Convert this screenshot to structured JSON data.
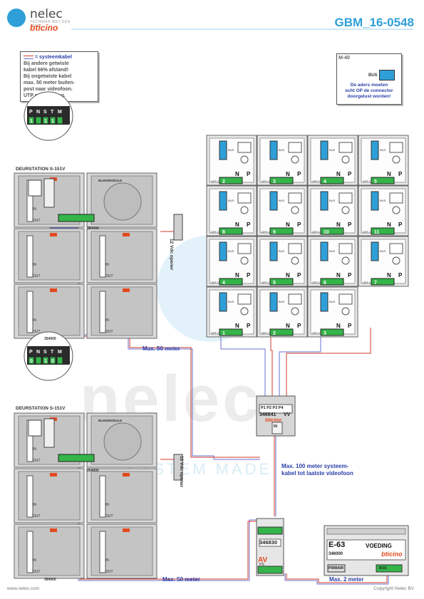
{
  "header": {
    "brand_name": "nelec",
    "brand_tagline": "TECHNIEK MET EEN VISIE",
    "brand_partner": "bticino",
    "doc_id": "GBM_16-0548"
  },
  "note": {
    "cable_legend": "= systeemkabel",
    "lines": [
      "Bij andere getwiste",
      "kabel 66% afstand!",
      "Bij ongetwiste kabel",
      "max. 50 meter buiten-",
      "post naar videofoon.",
      "UTP op aanvraag."
    ]
  },
  "m40": {
    "title": "M-40",
    "bus_label": "BUS",
    "note_lines": [
      "De aders moeten",
      "echt OP de connector",
      "doorgelust worden!"
    ]
  },
  "door_stations": [
    {
      "title": "DEURSTATION S-151V",
      "dip_labels": [
        "P",
        "N",
        "S",
        "T",
        "M"
      ],
      "dip_values": [
        "1",
        "",
        "1",
        "1",
        ""
      ],
      "blind_module_label": "BLINDMODULE",
      "opener_label": "12 Vdc opener",
      "cable_code_top": "354000",
      "cable_code_bottom": "354000",
      "distance_label": "Max. 50 meter"
    },
    {
      "title": "DEURSTATION S-151V",
      "dip_labels": [
        "P",
        "N",
        "S",
        "T",
        "M"
      ],
      "dip_values": [
        "0",
        "",
        "1",
        "0",
        ""
      ],
      "blind_module_label": "BLINDMODULE",
      "opener_label": "12 Vdc opener",
      "cable_code_top": "354000",
      "cable_code_bottom": "354000",
      "distance_label": "Max. 50 meter"
    }
  ],
  "videophones": {
    "off_on_label": "OFF ON",
    "n_label": "N",
    "p_label": "P",
    "bus_label": "BUS",
    "rows": [
      [
        "2",
        "3",
        "4",
        "5"
      ],
      [
        "8",
        "9",
        "10",
        "11"
      ],
      [
        "4",
        "5",
        "6",
        "7"
      ],
      [
        "1",
        "2",
        "3"
      ]
    ]
  },
  "distributor": {
    "ports": [
      "P1",
      "P2",
      "P3",
      "P4"
    ],
    "code": "346841",
    "vv_label": "VV",
    "brand": "bticino",
    "in_label": "IN"
  },
  "distance_videophone": "Max. 100 meter systeem-\nkabel tot laatste videofoon",
  "distance_videophone_lines": [
    "Max. 100 meter systeem-",
    "kabel tot laatste videofoon"
  ],
  "av_module": {
    "code": "346830",
    "av_label": "AV",
    "ps_label": "PS"
  },
  "power_supply": {
    "model": "E-63",
    "label": "VOEDING",
    "code": "346000",
    "brand": "bticino",
    "primary_label": "PRIMAIR",
    "bus_label": "BUS",
    "distance_label": "Max. 2 meter"
  },
  "watermark": {
    "text": "nelec",
    "tagline": "SYSTEM MADE"
  },
  "footer": {
    "website": "www.nelec.com",
    "copyright": "Copyright Nelec BV"
  },
  "colors": {
    "brand_blue": "#2e9fd8",
    "note_blue": "#2a3fa8",
    "bticino_orange": "#e3491f",
    "terminal_green": "#35b44a",
    "cable_red": "#d23a2a",
    "cable_blue": "#6a6fd0"
  }
}
